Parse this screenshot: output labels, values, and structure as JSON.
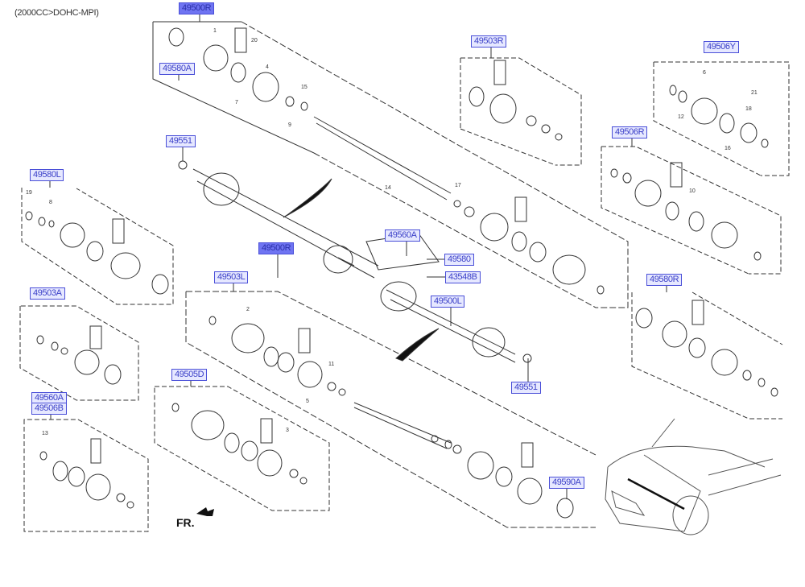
{
  "title": "(2000CC>DOHC-MPI)",
  "labels": {
    "l49500R_top": "49500R",
    "l49580A": "49580A",
    "l49503R": "49503R",
    "l49506Y": "49506Y",
    "l49506R": "49506R",
    "l49551_top": "49551",
    "l49580L": "49580L",
    "l49500R_mid": "49500R",
    "l49560A_bracket": "49560A",
    "l49580": "49580",
    "l43548B": "43548B",
    "l49500L": "49500L",
    "l49503L": "49503L",
    "l49580R": "49580R",
    "l49503A": "49503A",
    "l49551_bot": "49551",
    "l49505D": "49505D",
    "l49560A_left": "49560A",
    "l49506B": "49506B",
    "l49590A": "49590A"
  },
  "direction_marker": "FR.",
  "callouts": [
    "1",
    "20",
    "4",
    "15",
    "9",
    "7",
    "17",
    "6",
    "21",
    "12",
    "18",
    "16",
    "10",
    "19",
    "8",
    "2",
    "3",
    "11",
    "5",
    "13",
    "14"
  ]
}
